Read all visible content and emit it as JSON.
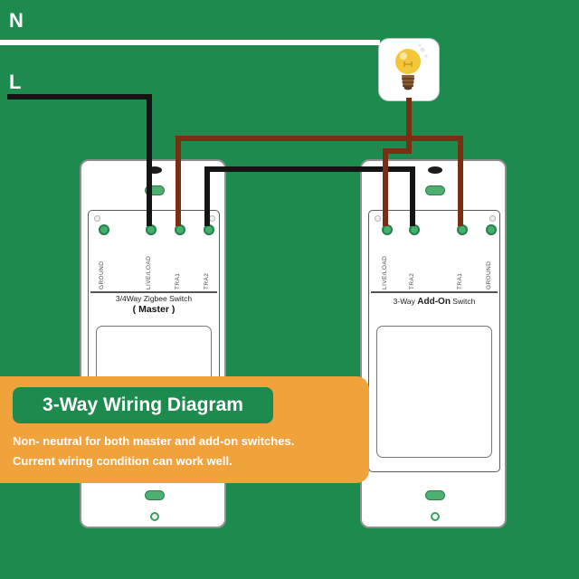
{
  "colors": {
    "background": "#1d8b4e",
    "panel": "#f0a33c",
    "chip": "#1d8b4e",
    "wire_neutral": "#ffffff",
    "wire_live": "#141414",
    "wire_traveler": "#7b2f12",
    "terminal": "#45b069"
  },
  "labels": {
    "neutral": "N",
    "live": "L"
  },
  "master_switch": {
    "title": "3/4Way Zigbee Switch",
    "subtitle": "( Master )",
    "terminals": [
      "GROUND",
      "LIVE/LOAD",
      "TRA1",
      "TRA2"
    ]
  },
  "addon_switch": {
    "title_prefix": "3-Way ",
    "title_bold": "Add-On",
    "title_suffix": " Switch",
    "terminals": [
      "LIVE/LOAD",
      "TRA2",
      "TRA1",
      "GROUND"
    ]
  },
  "banner": {
    "title": "3-Way Wiring Diagram",
    "line1": "Non- neutral for both master and add-on switches.",
    "line2": "Current wiring condition can work well."
  }
}
